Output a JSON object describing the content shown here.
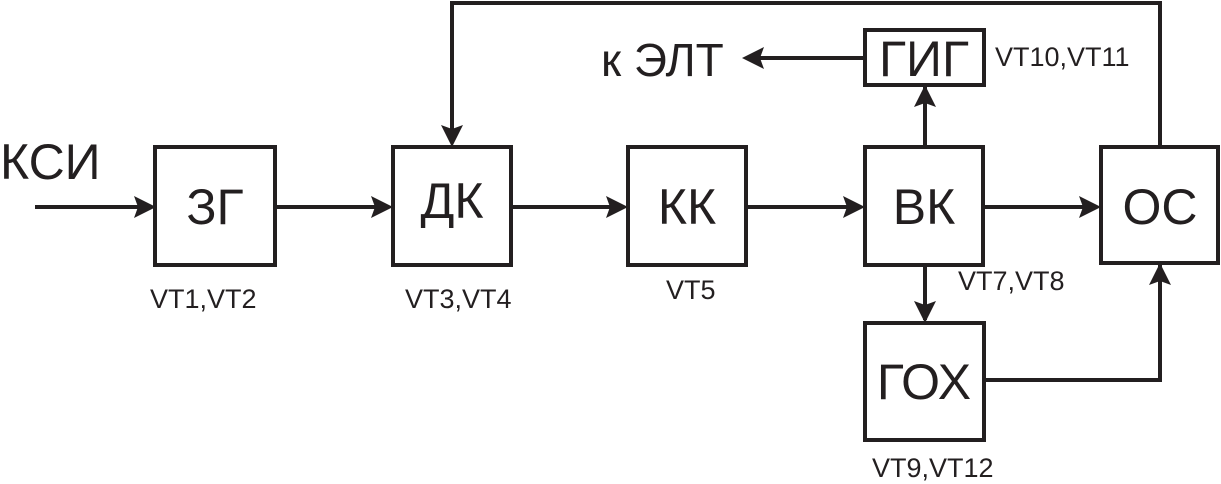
{
  "diagram": {
    "input_label": "КСИ",
    "output_label": "к ЭЛТ",
    "blocks": [
      {
        "id": "zg",
        "label": "ЗГ",
        "sub": "VT1,VT2"
      },
      {
        "id": "dk",
        "label": "ДК",
        "sub": "VT3,VT4"
      },
      {
        "id": "kk",
        "label": "КК",
        "sub": "VT5"
      },
      {
        "id": "vk",
        "label": "ВК",
        "sub": "VT7,VT8"
      },
      {
        "id": "os",
        "label": "ОС",
        "sub": ""
      },
      {
        "id": "gig",
        "label": "ГИГ",
        "sub": "VT10,VT11"
      },
      {
        "id": "goh",
        "label": "ГОХ",
        "sub": "VT9,VT12"
      }
    ],
    "colors": {
      "ink": "#231f20",
      "background": "#ffffff"
    }
  }
}
